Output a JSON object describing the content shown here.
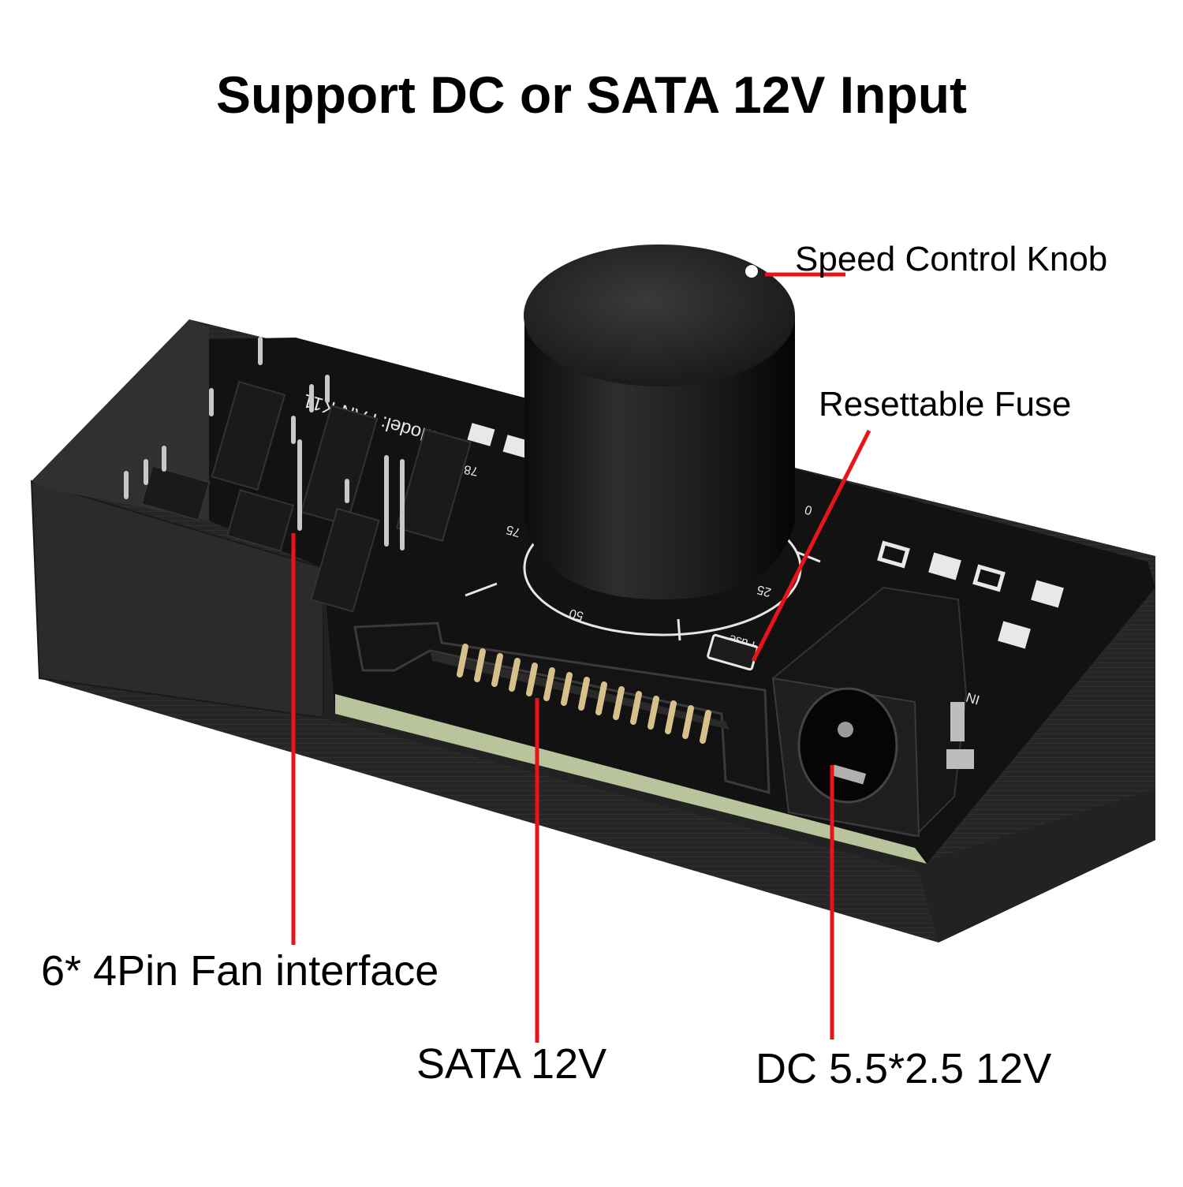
{
  "headline": "Support DC or SATA 12V Input",
  "callouts": {
    "knob": "Speed Control Knob",
    "fuse": "Resettable Fuse",
    "fan": "6* 4Pin Fan interface",
    "sata": "SATA 12V",
    "dc": "DC 5.5*2.5 12V"
  },
  "board": {
    "model": "Model: FAN-K11",
    "regulator": "78L05",
    "dial_marks": [
      "75",
      "50",
      "25",
      "0"
    ],
    "fuse_silk": "Fuse",
    "input_silk": "IN"
  },
  "colors": {
    "callout_line": "#e8141c",
    "enclosure": "#262626",
    "pcb": "#111111",
    "pins": "#d8c08a"
  }
}
